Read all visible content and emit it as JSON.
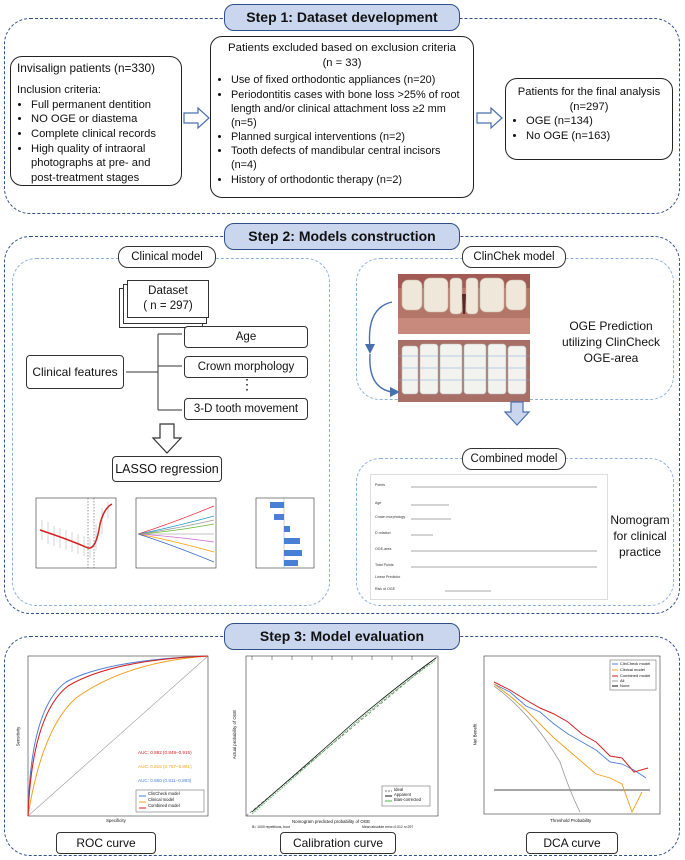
{
  "step1": {
    "title": "Step 1: Dataset development",
    "box1_title": "Invisalign patients (n=330)",
    "inclusion_label": "Inclusion criteria:",
    "inclusion": [
      "Full permanent dentition",
      "NO OGE or diastema",
      "Complete clinical records",
      "High quality of intraoral photographs at pre- and post-treatment stages"
    ],
    "excluded_title": "Patients excluded based on exclusion criteria",
    "excluded_n": "(n = 33)",
    "exclusion": [
      "Use of fixed orthodontic appliances (n=20)",
      "Periodontitis cases with bone loss >25% of root length and/or clinical attachment loss ≥2 mm (n=5)",
      "Planned surgical interventions (n=2)",
      "Tooth defects of mandibular central incisors (n=4)",
      "History of orthodontic therapy (n=2)"
    ],
    "final_title": "Patients for the final analysis",
    "final_n": "(n=297)",
    "final_items": [
      "OGE (n=134)",
      "No OGE (n=163)"
    ]
  },
  "step2": {
    "title": "Step 2: Models construction",
    "clinical_model": "Clinical model",
    "dataset_line1": "Dataset",
    "dataset_line2": "( n = 297)",
    "clinical_features": "Clinical features",
    "features": [
      "Age",
      "Crown morphology",
      "⋮",
      "3-D tooth movement"
    ],
    "lasso": "LASSO regression",
    "clincheck_model": "ClinChek model",
    "oge_prediction": "OGE Prediction utilizing ClinCheck OGE-area",
    "combined_model": "Combined model",
    "nomogram_text": "Nomogram for clinical practice",
    "nomogram_rows": [
      "Points",
      "Age",
      "Crown morphology",
      "D rotation",
      "OGE-area",
      "Total Points",
      "Linear Predictor",
      "Risk of OGE"
    ]
  },
  "step3": {
    "title": "Step 3: Model evaluation",
    "roc_label": "ROC curve",
    "calib_label": "Calibration curve",
    "dca_label": "DCA curve",
    "roc_auc": [
      "AUC: 0.882 (0.849–0.915)",
      "AUC: 0.815 (0.767–0.861)",
      "AUC: 0.860 (0.811–0.893)"
    ],
    "roc_legend": [
      "ClinCheck model",
      "Clinical model",
      "Combined model"
    ],
    "roc_xlabel": "Specificity",
    "roc_ylabel": "Sensitivity",
    "calib_xlabel": "Nomogram predicted probability of OGE",
    "calib_ylabel": "Actual probability of OGE",
    "calib_legend": [
      "Ideal",
      "Apparent",
      "Bias-corrected"
    ],
    "calib_note_left": "B= 1000 repetitions, boot",
    "calib_note_right": "Mean absolute error=0.012 n=297",
    "dca_legend": [
      "ClinCheck model",
      "Clinical model",
      "Combined model",
      "All",
      "None"
    ],
    "dca_xlabel": "Threshold Probability",
    "dca_ylabel": "Net Benefit"
  },
  "colors": {
    "blue": "#4a7fd6",
    "orange": "#f0a020",
    "red": "#d42020",
    "navy": "#2f4f8a"
  }
}
